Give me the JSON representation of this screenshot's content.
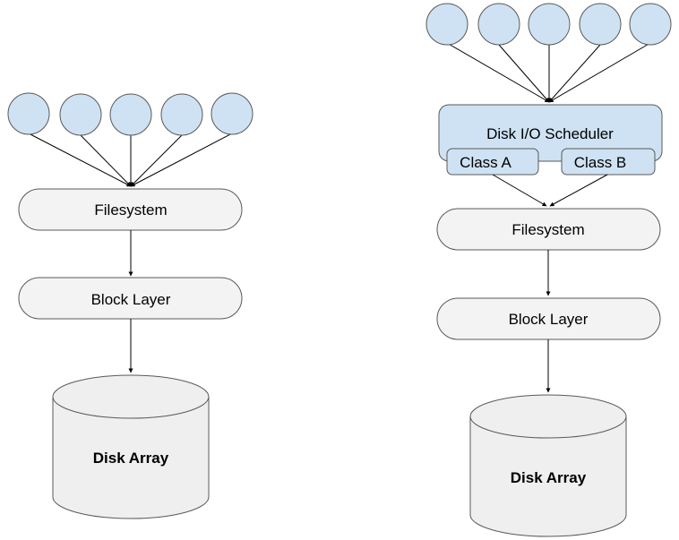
{
  "left_stack": {
    "filesystem": "Filesystem",
    "block_layer": "Block Layer",
    "disk_array": "Disk Array"
  },
  "right_stack": {
    "scheduler": "Disk I/O Scheduler",
    "class_a": "Class A",
    "class_b": "Class B",
    "filesystem": "Filesystem",
    "block_layer": "Block Layer",
    "disk_array": "Disk Array"
  },
  "colors": {
    "process_fill": "#cfe2f3",
    "box_fill": "#f3f3f3",
    "disk_fill": "#efefef",
    "stroke": "#595959"
  }
}
